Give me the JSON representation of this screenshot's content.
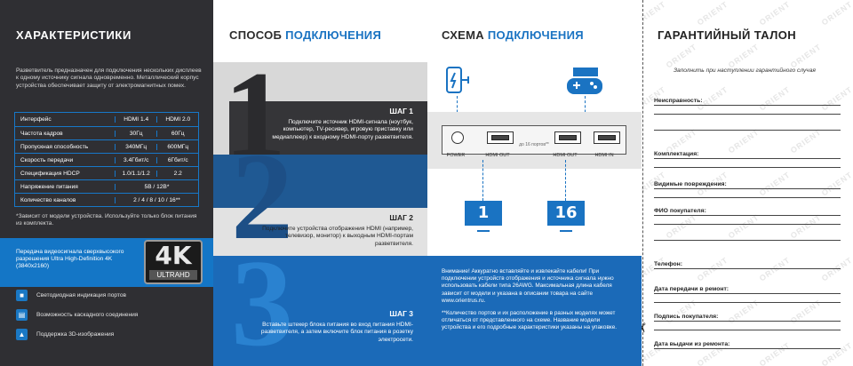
{
  "panel1": {
    "title": "ХАРАКТЕРИСТИКИ",
    "intro": "Разветвитель предназначен для подключения нескольких дисплеев к одному источнику сигнала одновременно. Металлический корпус устройства обеспечивает защиту от электромагнитных помех.",
    "table": {
      "header": [
        "Интерфейс",
        "HDMI 1.4",
        "HDMI 2.0"
      ],
      "rows": [
        [
          "Частота кадров",
          "30Гц",
          "60Гц"
        ],
        [
          "Пропускная способность",
          "340МГц",
          "600МГц"
        ],
        [
          "Скорость передачи",
          "3.4Гбит/с",
          "6Гбит/с"
        ],
        [
          "Спецификация HDCP",
          "1.0/1.1/1.2",
          "2.2"
        ]
      ],
      "merged_rows": [
        [
          "Напряжение питания",
          "5В / 12В*"
        ],
        [
          "Количество каналов",
          "2 / 4 / 8 / 10 / 16**"
        ]
      ]
    },
    "note": "*Зависит от модели устройства. Используйте только блок питания из комплекта.",
    "banner_text": "Передача видеосигнала сверхвысокого разрешения Ultra High-Definition 4K (3840x2160)",
    "badge_big": "4K",
    "badge_small": "ULTRAHD",
    "features": [
      {
        "icon": "led-indicator-icon",
        "label": "Светодиодная индикация портов"
      },
      {
        "icon": "cascade-icon",
        "label": "Возможность каскадного соединения"
      },
      {
        "icon": "3d-cube-icon",
        "label": "Поддержка 3D-изображения"
      }
    ]
  },
  "panel2": {
    "title_a": "СПОСОБ ",
    "title_b": "ПОДКЛЮЧЕНИЯ",
    "steps": [
      {
        "num": "1",
        "title": "ШАГ 1",
        "text": "Подключите источник HDMI-сигнала (ноутбук, компьютер, TV-ресивер, игровую приставку или медиаплеер) к входному HDMI-порту разветвителя."
      },
      {
        "num": "2",
        "title": "ШАГ 2",
        "text": "Подключите устройства отображения HDMI (например, телевизор, монитор) к выходным HDMI-портам разветвителя."
      },
      {
        "num": "3",
        "title": "ШАГ 3",
        "text": "Вставьте штекер блока питания во вход питания HDMI-разветвителя, а затем включите блок питания в розетку электросети."
      }
    ]
  },
  "panel3": {
    "title_a": "СХЕМА ",
    "title_b": "ПОДКЛЮЧЕНИЯ",
    "ports": [
      "POWER",
      "HDMI OUT",
      "HDMI OUT",
      "HDMI IN"
    ],
    "range": "до 16 портов**",
    "mon_first": "1",
    "mon_last": "16",
    "warning": "Внимание! Аккуратно вставляйте и извлекайте кабели! При подключении устройств отображения и источника сигнала нужно использовать кабели типа 26AWG. Максимальная длина кабеля зависит от модели и указана в описании товара на сайте www.orientrus.ru.",
    "footnote": "**Количество портов и их расположение в разных моделях может отличаться от представленного на схеме. Название модели устройства и его подробные характеристики указаны на упаковке."
  },
  "panel4": {
    "title": "ГАРАНТИЙНЫЙ ТАЛОН",
    "hint": "Заполнить при наступлении гарантийного случая",
    "watermark": "ORIENT",
    "fields": [
      "Неисправность:",
      "Комплектация:",
      "Видимые повреждения:",
      "ФИО покупателя:",
      "Телефон:",
      "Дата передачи в ремонт:",
      "Подпись покупателя:",
      "Дата выдачи из ремонта:"
    ]
  },
  "colors": {
    "accent": "#1a73c2",
    "dark": "#2f2f33",
    "step2": "#1f5993",
    "step3": "#1b6ab8"
  }
}
